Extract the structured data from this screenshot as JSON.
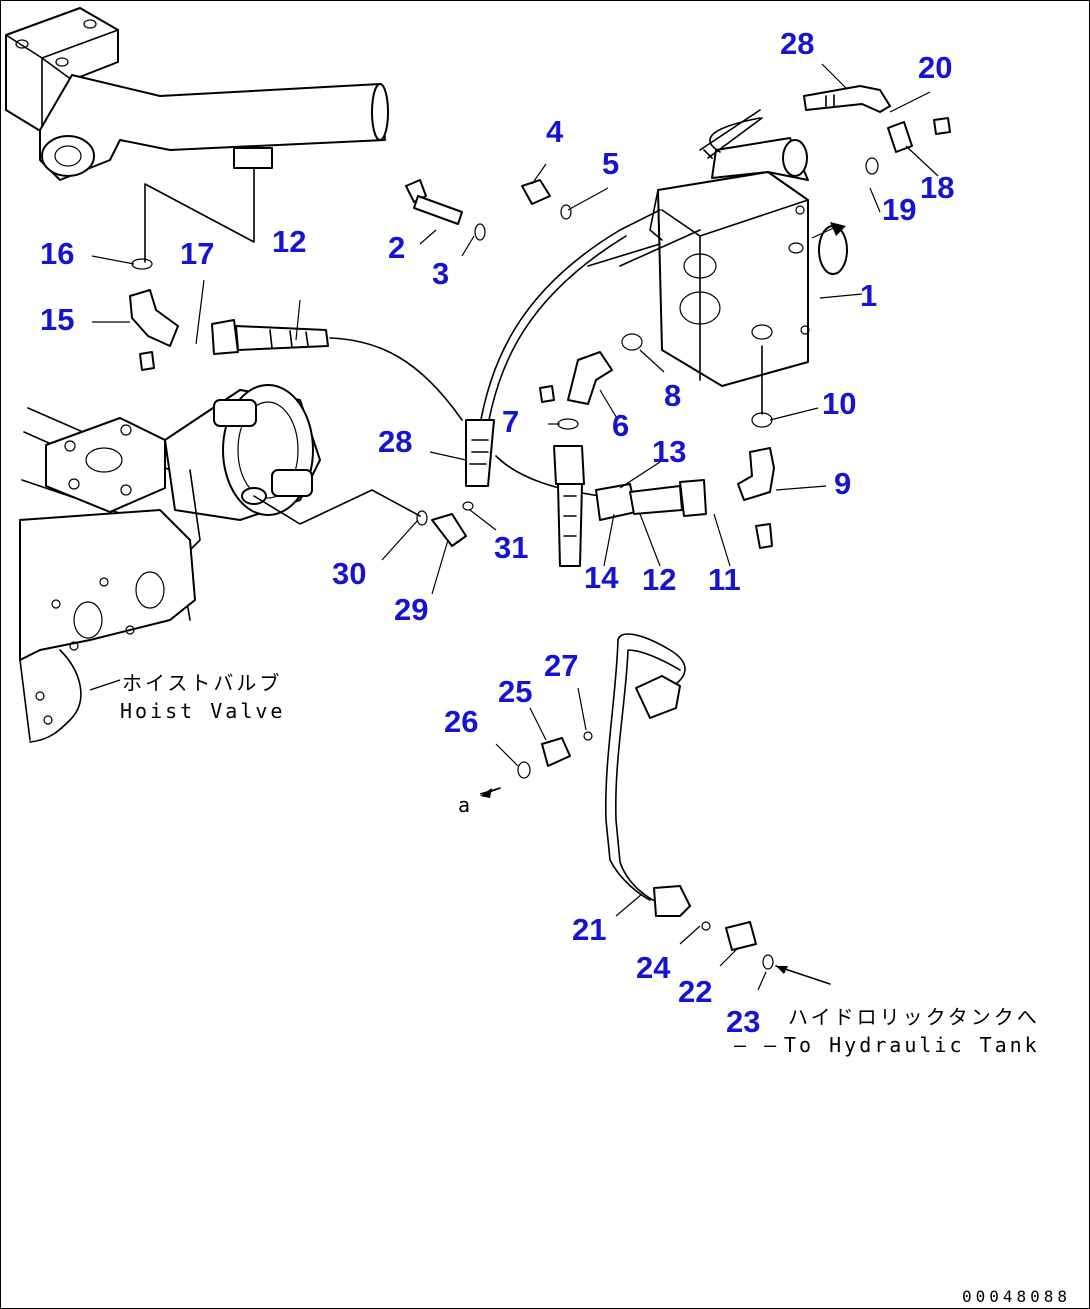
{
  "callouts": [
    "1",
    "2",
    "3",
    "4",
    "5",
    "6",
    "7",
    "8",
    "9",
    "10",
    "11",
    "12",
    "12",
    "13",
    "14",
    "15",
    "16",
    "17",
    "18",
    "19",
    "20",
    "21",
    "22",
    "23",
    "24",
    "25",
    "26",
    "27",
    "28",
    "28",
    "29",
    "30",
    "31"
  ],
  "notes": {
    "hoist_valve_jp": "ホイストバルブ",
    "hoist_valve_en": "Hoist Valve",
    "tank_jp": "ハイドロリックタンクへ",
    "tank_en": "To Hydraulic Tank",
    "tank_prefix": "– –",
    "arrow_a": "a"
  },
  "drawing_number": "00048088",
  "colors": {
    "callout": "#1414d2",
    "line": "#000000",
    "background": "#ffffff"
  }
}
